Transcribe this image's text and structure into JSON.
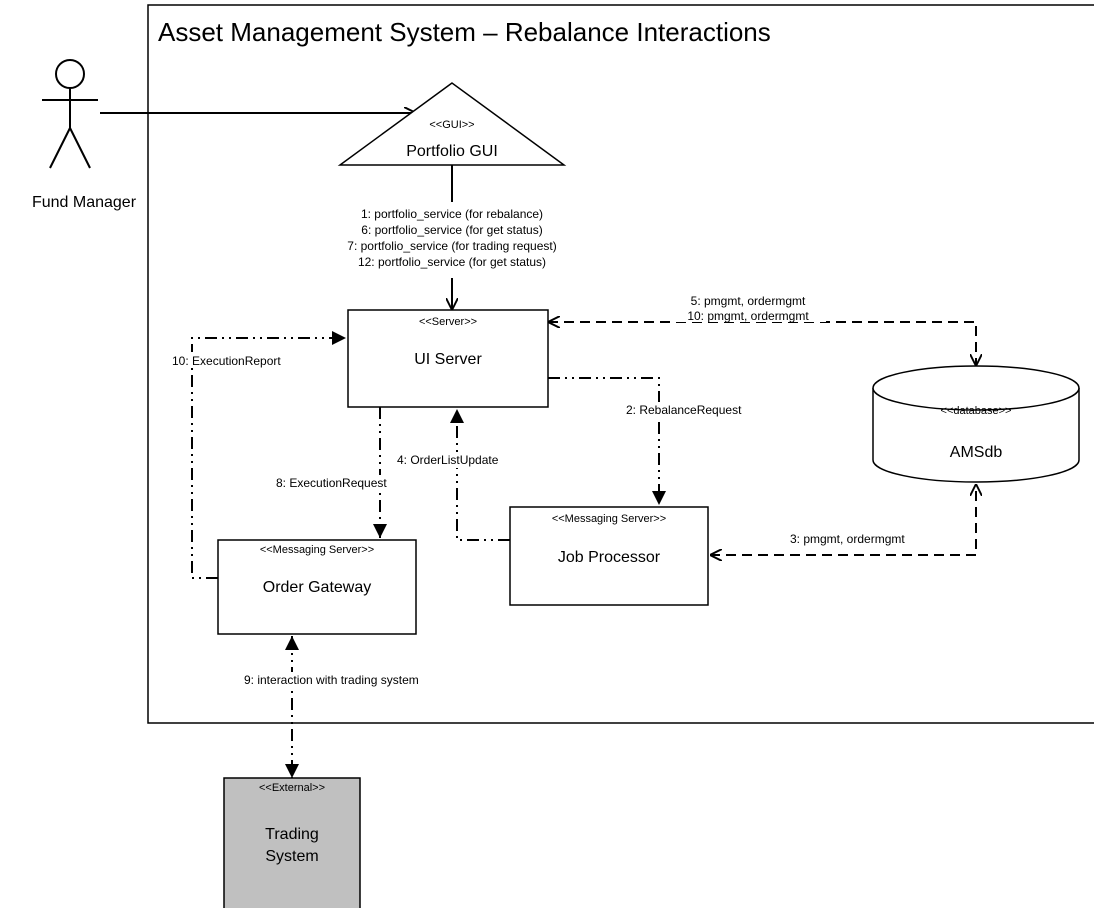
{
  "title": "Asset Management System – Rebalance Interactions",
  "actor": {
    "name": "Fund Manager"
  },
  "components": {
    "portfolio_gui": {
      "stereotype": "<<GUI>>",
      "name": "Portfolio GUI"
    },
    "ui_server": {
      "stereotype": "<<Server>>",
      "name": "UI Server"
    },
    "database": {
      "stereotype": "<<database>>",
      "name": "AMSdb"
    },
    "job_processor": {
      "stereotype": "<<Messaging Server>>",
      "name": "Job Processor"
    },
    "order_gateway": {
      "stereotype": "<<Messaging Server>>",
      "name": "Order Gateway"
    },
    "trading_system": {
      "stereotype": "<<External>>",
      "name_line1": "Trading",
      "name_line2": "System"
    }
  },
  "messages": {
    "gui_to_server": [
      "1: portfolio_service (for rebalance)",
      "6: portfolio_service (for get status)",
      "7: portfolio_service (for trading request)",
      "12: portfolio_service (for get status)"
    ],
    "server_db": [
      "5: pmgmt, ordermgmt",
      "10: pmgmt, ordermgmt"
    ],
    "execution_report": "10: ExecutionReport",
    "rebalance_request": "2: RebalanceRequest",
    "order_list_update": "4: OrderListUpdate",
    "execution_request": "8: ExecutionRequest",
    "job_db": "3: pmgmt, ordermgmt",
    "trading_interaction": "9: interaction with trading system"
  },
  "colors": {
    "external_fill": "#c0c0c0",
    "line": "#000000"
  }
}
